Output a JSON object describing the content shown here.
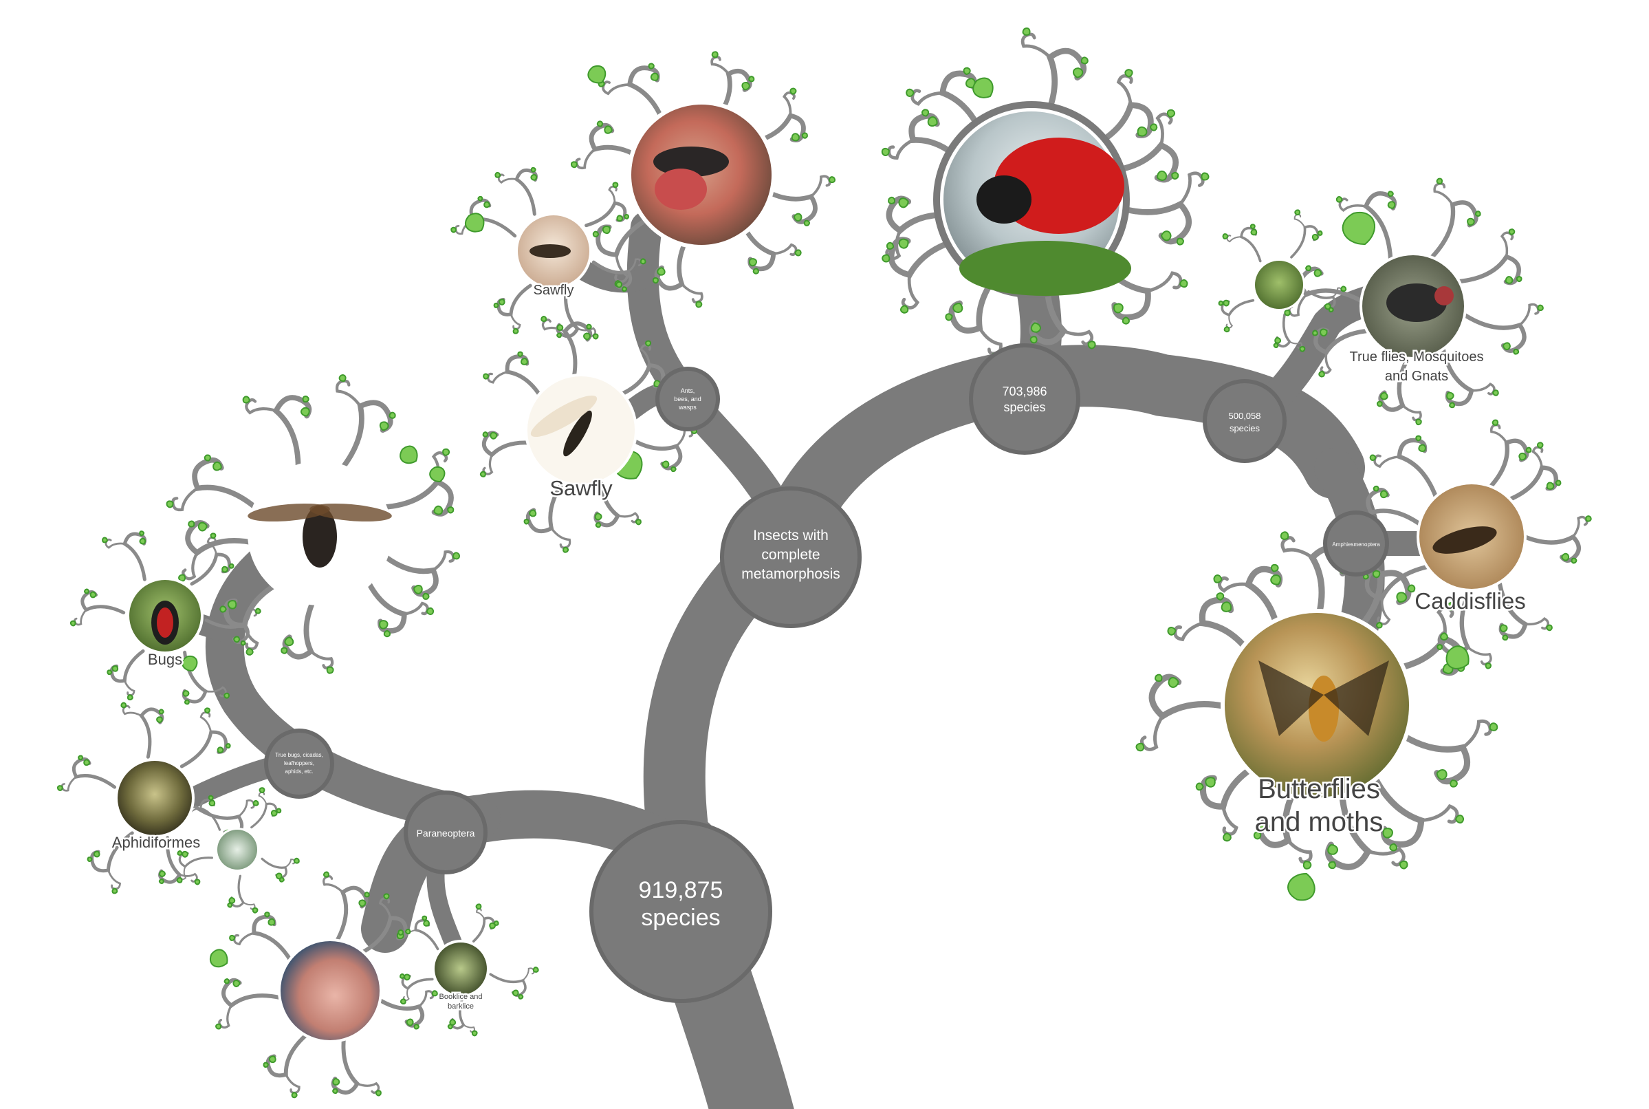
{
  "colors": {
    "trunk": "#7b7b7b",
    "node": "#7a7a7a",
    "leaf": "#7ccb55",
    "leaf_stroke": "#3f9a2c",
    "label": "#444444"
  },
  "nodes": {
    "root": {
      "line1": "919,875",
      "line2": "species"
    },
    "complete_metamorphosis": {
      "line1": "Insects with",
      "line2": "complete",
      "line3": "metamorphosis"
    },
    "ants": {
      "line1": "Ants,",
      "line2": "bees, and",
      "line3": "wasps"
    },
    "beetles_count": {
      "line1": "703,986",
      "line2": "species"
    },
    "diptera_count": {
      "line1": "500,058",
      "line2": "species"
    },
    "amphiesmenoptera": {
      "line1": "Amphiesmenoptera"
    },
    "paraneoptera": {
      "line1": "Paraneoptera"
    },
    "hemiptera": {
      "line1": "True bugs, cicadas,",
      "line2": "leafhoppers,",
      "line3": "aphids, etc."
    }
  },
  "labels": {
    "sawfly_small": "Sawfly",
    "sawfly_large": "Sawfly",
    "flies_line1": "True flies, Mosquitoes",
    "flies_line2": "and Gnats",
    "caddisflies": "Caddisflies",
    "butterflies_line1": "Butterflies",
    "butterflies_line2": "and moths",
    "bugs": "Bugs",
    "aphidiformes": "Aphidiformes",
    "booklice_line1": "Booklice and",
    "booklice_line2": "barklice"
  },
  "images": {
    "ant": "ant-photo",
    "sawfly_small": "sawfly-photo",
    "sawfly_large": "sawfly-photo",
    "ladybug": "ladybug-photo",
    "fly": "fly-photo",
    "fly_small": "insect-photo",
    "caddisfly": "caddisfly-photo",
    "moth": "hawkmoth-photo",
    "cicada": "cicada-photo",
    "bug": "bug-photo",
    "aphid": "aphid-photo",
    "whitefly": "whitefly-photo",
    "thrips": "thrips-photo",
    "booklouse": "booklouse-photo"
  }
}
